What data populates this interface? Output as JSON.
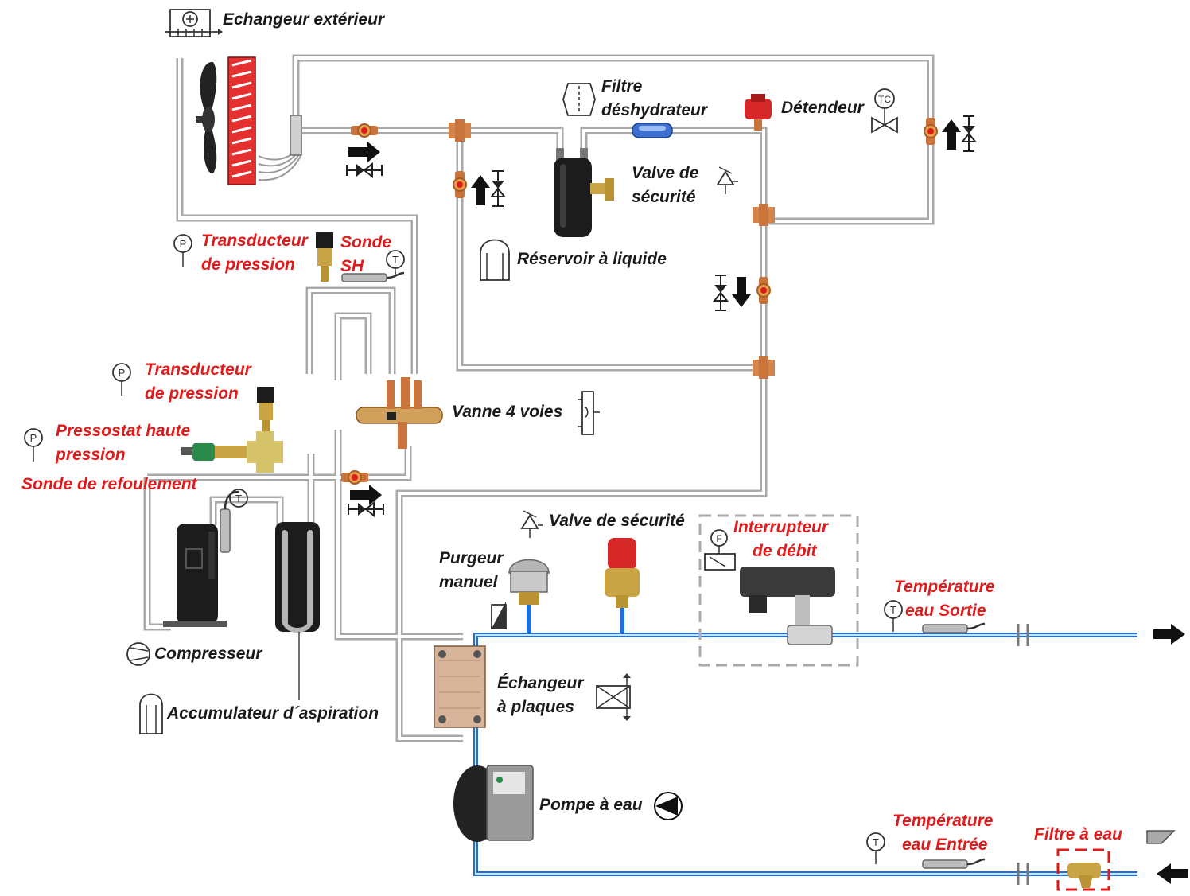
{
  "labels": {
    "echangeur_exterieur": "Echangeur extérieur",
    "filtre_l1": "Filtre",
    "filtre_l2": "déshydrateur",
    "detendeur": "Détendeur",
    "valve_sec1_l1": "Valve de",
    "valve_sec1_l2": "sécurité",
    "reservoir": "Réservoir à liquide",
    "transducteur1_l1": "Transducteur",
    "transducteur1_l2": "de pression",
    "sonde_sh_l1": "Sonde",
    "sonde_sh_l2": "SH",
    "transducteur2_l1": "Transducteur",
    "transducteur2_l2": "de pression",
    "pressostat_l1": "Pressostat haute",
    "pressostat_l2": "pression",
    "sonde_refoulement": "Sonde de refoulement",
    "vanne4": "Vanne 4 voies",
    "valve_sec2": "Valve de sécurité",
    "purgeur_l1": "Purgeur",
    "purgeur_l2": "manuel",
    "interrupteur_l1": "Interrupteur",
    "interrupteur_l2": "de débit",
    "temp_sortie_l1": "Température",
    "temp_sortie_l2": "eau Sortie",
    "compresseur": "Compresseur",
    "accumulateur": "Accumulateur d´aspiration",
    "echangeur_plaques_l1": "Échangeur",
    "echangeur_plaques_l2": "à plaques",
    "pompe": "Pompe à eau",
    "temp_entree_l1": "Température",
    "temp_entree_l2": "eau Entrée",
    "filtre_eau": "Filtre à eau"
  },
  "symbols": {
    "pressure": "P",
    "temperature": "T",
    "thermostatic": "TC",
    "flow": "F"
  },
  "colors": {
    "black_label": "#1a1a1a",
    "red_label": "#e01b1b",
    "refrigerant_pipe": "#a9a9a9",
    "water_pipe": "#1e6fd9",
    "copper": "#c8743a",
    "brass": "#c9a445"
  }
}
